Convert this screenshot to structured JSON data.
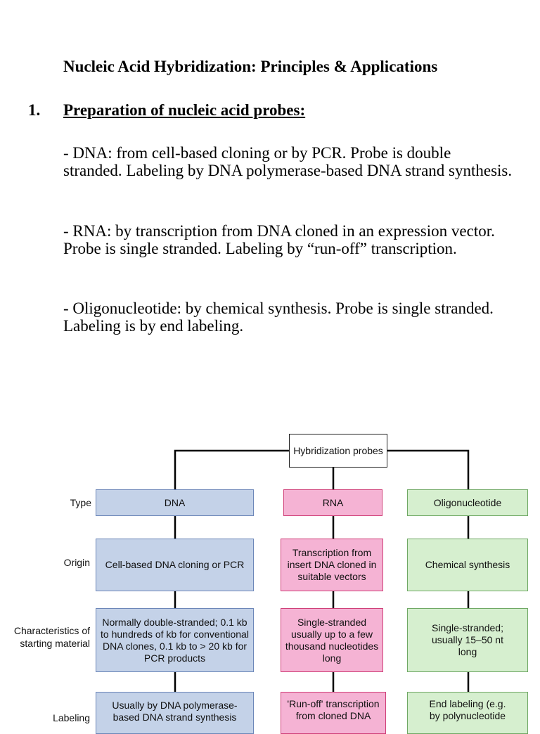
{
  "document": {
    "title": "Nucleic Acid Hybridization: Principles & Applications",
    "section": {
      "number": "1.",
      "heading": "Preparation of nucleic acid probes:"
    },
    "paragraphs": [
      "- DNA: from cell-based cloning or by PCR. Probe is double stranded. Labeling by DNA polymerase-based DNA strand synthesis.",
      "- RNA: by transcription from DNA cloned in an expression vector. Probe is single stranded. Labeling by “run-off” transcription.",
      "- Oligonucleotide: by chemical synthesis. Probe is single stranded. Labeling is by end labeling."
    ]
  },
  "diagram": {
    "root_label": "Hybridization probes",
    "row_labels": {
      "type": "Type",
      "origin": "Origin",
      "characteristics": "Characteristics of starting material",
      "labeling": "Labeling"
    },
    "dna": {
      "type": "DNA",
      "origin": "Cell-based DNA cloning or PCR",
      "characteristics": "Normally double-stranded; 0.1 kb to hundreds of kb for conventional DNA clones, 0.1 kb to > 20 kb for PCR products",
      "labeling": "Usually by DNA polymerase-based DNA strand synthesis"
    },
    "rna": {
      "type": "RNA",
      "origin": "Transcription from insert DNA cloned in suitable vectors",
      "characteristics": "Single-stranded usually up to a few thousand nucleotides long",
      "labeling": "'Run-off' transcription from cloned DNA"
    },
    "oligo": {
      "type": "Oligonucleotide",
      "origin": "Chemical synthesis",
      "characteristics": "Single-stranded; usually 15–50 nt long",
      "labeling": "End labeling (e.g. by polynucleotide"
    },
    "colors": {
      "dna_fill": "#c4d2e8",
      "rna_fill": "#f5b3d4",
      "oligo_fill": "#d6efcf"
    }
  }
}
